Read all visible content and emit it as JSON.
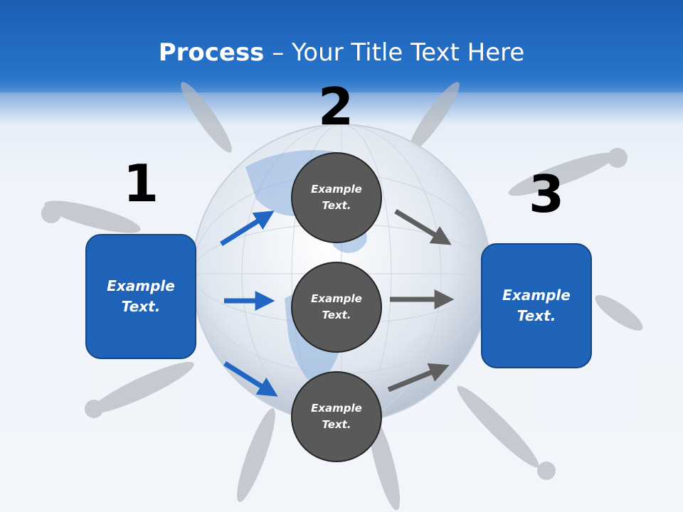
{
  "title": {
    "bold": "Process",
    "rest": " – Your Title Text Here"
  },
  "steps": {
    "one": "1",
    "two": "2",
    "three": "3"
  },
  "left_box": {
    "line1": "Example",
    "line2": "Text."
  },
  "right_box": {
    "line1": "Example",
    "line2": "Text."
  },
  "circles": [
    {
      "line1": "Example",
      "line2": "Text."
    },
    {
      "line1": "Example",
      "line2": "Text."
    },
    {
      "line1": "Example",
      "line2": "Text."
    }
  ],
  "colors": {
    "header": "#1f6cc4",
    "box": "#1f63b8",
    "circle": "#595959",
    "blue_arrow": "#2266c4",
    "gray_arrow": "#5f5f5f"
  }
}
